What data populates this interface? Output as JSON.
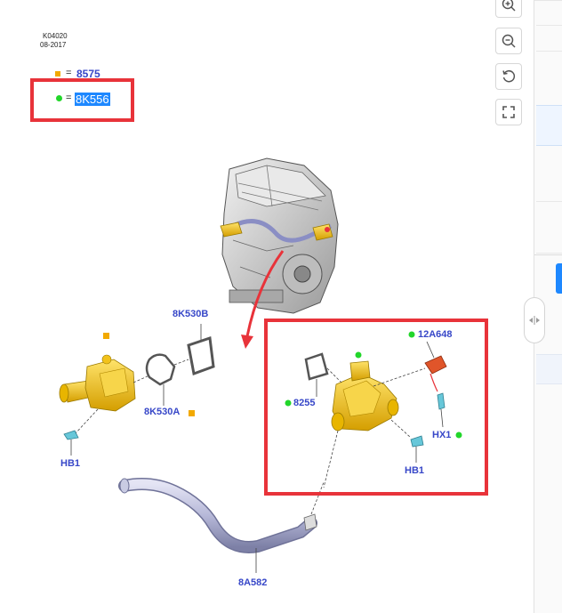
{
  "header": {
    "code": "K04020",
    "date": "08-2017"
  },
  "legend": [
    {
      "marker": "square",
      "color": "#f2a900",
      "eq": "=",
      "label": "8575"
    },
    {
      "marker": "dot",
      "color": "#22d62a",
      "eq": "=",
      "label": "8K556"
    }
  ],
  "parts": {
    "p8K530B": "8K530B",
    "p8K530A": "8K530A",
    "pHB1_left": "HB1",
    "p12A648": "12A648",
    "p8255": "8255",
    "pHX1": "HX1",
    "pHB1_right": "HB1",
    "p8A582": "8A582"
  },
  "controls": {
    "zoom_in": "zoom-in-icon",
    "zoom_out": "zoom-out-icon",
    "rotate": "rotate-icon",
    "fullscreen": "fullscreen-icon"
  },
  "colors": {
    "highlight_box": "#e8333a",
    "part_label": "#3747c8",
    "marker_square": "#f2a900",
    "marker_dot": "#22d62a",
    "part_body": "#f2c21b",
    "selection": "#1e88ff"
  }
}
